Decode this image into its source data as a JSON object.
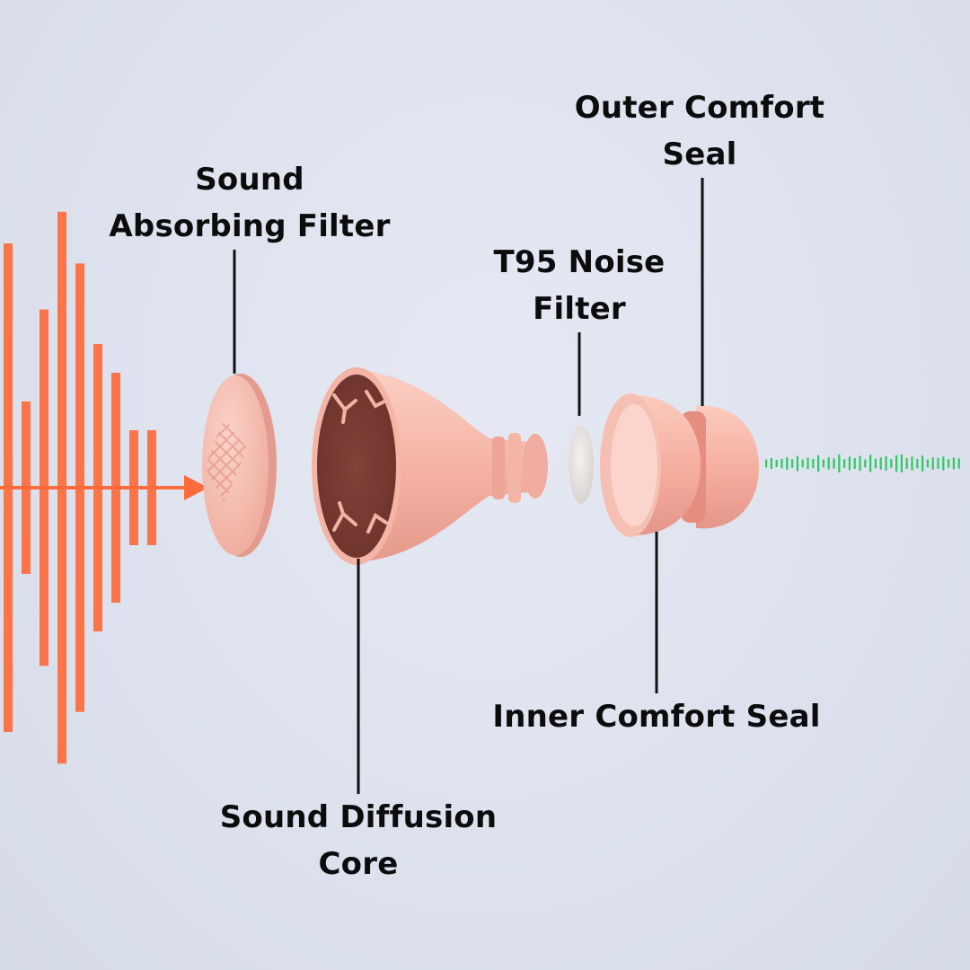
{
  "colors": {
    "incoming_wave": "#ff6a3a",
    "outgoing_wave": "#2ec964",
    "part_pink": "#f6b5a8",
    "core_inner": "#7a3b33",
    "leader_line": "#111111",
    "label_text": "#0c0c0c"
  },
  "labels": {
    "sound_absorbing_filter": [
      "Sound",
      "Absorbing Filter"
    ],
    "sound_diffusion_core": [
      "Sound Diffusion",
      "Core"
    ],
    "t95_noise_filter": [
      "T95 Noise",
      "Filter"
    ],
    "outer_comfort_seal": [
      "Outer Comfort",
      "Seal"
    ],
    "inner_comfort_seal": [
      "Inner Comfort Seal"
    ]
  },
  "incoming_wave_levels": [
    0.85,
    0.3,
    0.62,
    0.96,
    0.78,
    0.5,
    0.4,
    0.2,
    0.2
  ],
  "outgoing_wave_levels": [
    0.3,
    0.5,
    0.25,
    0.4,
    0.6,
    0.35,
    0.8,
    0.3,
    0.55,
    0.4,
    0.9,
    0.3,
    0.6,
    0.45,
    1.0,
    0.35,
    0.7,
    0.5,
    0.8,
    0.3,
    0.95,
    0.4,
    0.6,
    0.75,
    0.35,
    0.9,
    1.0,
    0.5,
    0.7,
    0.4,
    0.85,
    0.3,
    0.6,
    0.5,
    0.7,
    0.35,
    0.55,
    0.45
  ]
}
